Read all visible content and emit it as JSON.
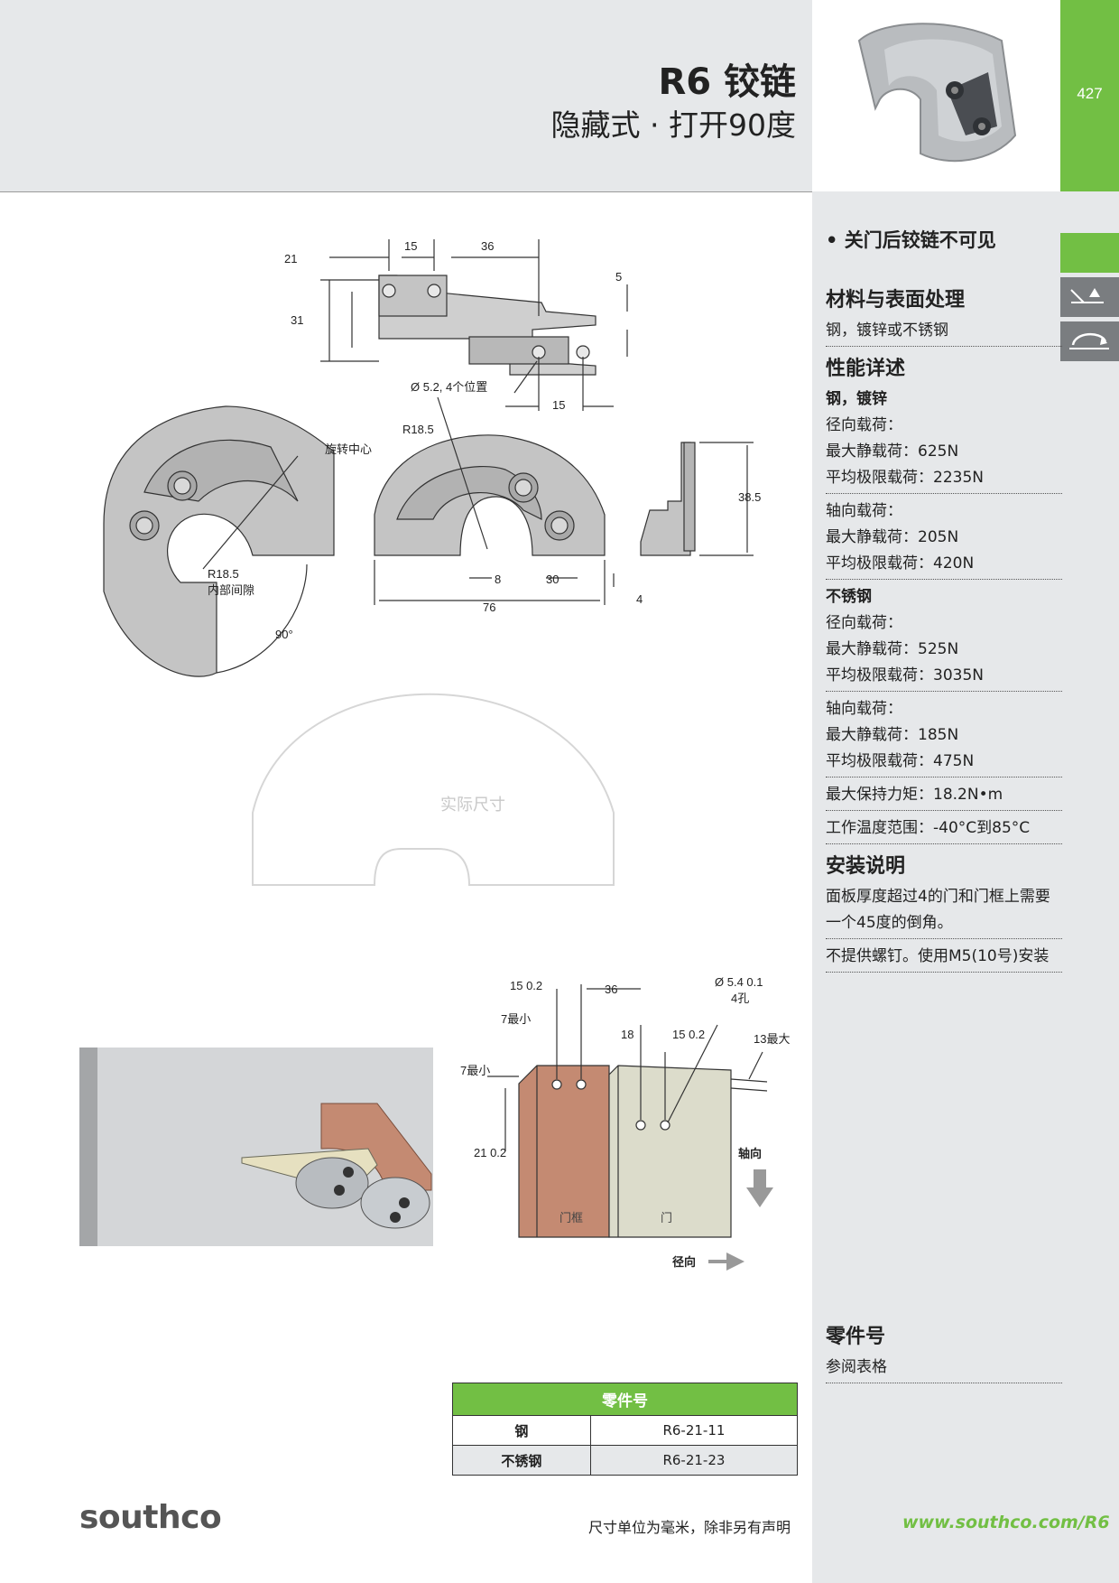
{
  "header": {
    "title": "R6 铰链",
    "subtitle": "隐藏式 · 打开90度",
    "page_number": "427"
  },
  "sidebar": {
    "bullet": "关门后铰链不可见",
    "materials_title": "材料与表面处理",
    "materials_text": "钢，镀锌或不锈钢",
    "performance_title": "性能详述",
    "steel_title": "钢，镀锌",
    "steel_radial": [
      "径向载荷：",
      "最大静载荷：625N",
      "平均极限载荷：2235N"
    ],
    "steel_axial": [
      "轴向载荷：",
      "最大静载荷：205N",
      "平均极限载荷：420N"
    ],
    "ss_title": "不锈钢",
    "ss_radial": [
      "径向载荷：",
      "最大静载荷：525N",
      "平均极限载荷：3035N"
    ],
    "ss_axial": [
      "轴向载荷：",
      "最大静载荷：185N",
      "平均极限载荷：475N"
    ],
    "torque": "最大保持力矩：18.2N•m",
    "temperature": "工作温度范围：-40°C到85°C",
    "install_title": "安装说明",
    "install_text_1": "面板厚度超过4的门和门框上需要一个45度的倒角。",
    "install_text_2": "不提供螺钉。使用M5(10号)安装",
    "part_title": "零件号",
    "part_text": "参阅表格"
  },
  "drawing": {
    "dim_21": "21",
    "dim_15": "15",
    "dim_36": "36",
    "dim_5": "5",
    "dim_31": "31",
    "holes": "Ø 5.2, 4个位置",
    "dim_15b": "15",
    "r185": "R18.5",
    "rotation_center": "旋转中心",
    "r185b": "R18.5",
    "inner_gap": "内部间隙",
    "angle": "90°",
    "dim_385": "38.5",
    "dim_8": "8",
    "dim_30": "30",
    "dim_4": "4",
    "dim_76": "76",
    "actual_size": "实际尺寸"
  },
  "mount": {
    "d15": "15  0.2",
    "d36": "36",
    "hole": "Ø 5.4   0.1",
    "hole_count": "4孔",
    "min7a": "7最小",
    "d18": "18",
    "d15b": "15  0.2",
    "max13": "13最大",
    "min7b": "7最小",
    "d21": "21  0.2",
    "axial": "轴向",
    "frame": "门框",
    "door": "门",
    "radial": "径向"
  },
  "parts_table": {
    "header": "零件号",
    "rows": [
      {
        "material": "钢",
        "part": "R6-21-11"
      },
      {
        "material": "不锈钢",
        "part": "R6-21-23"
      }
    ]
  },
  "footer": {
    "brand": "southco",
    "units": "尺寸单位为毫米，除非另有声明",
    "url": "www.southco.com/R6"
  },
  "colors": {
    "accent": "#72bf44",
    "panel": "#e6e8ea",
    "frame": "#c48a72",
    "door": "#dcdccb"
  }
}
